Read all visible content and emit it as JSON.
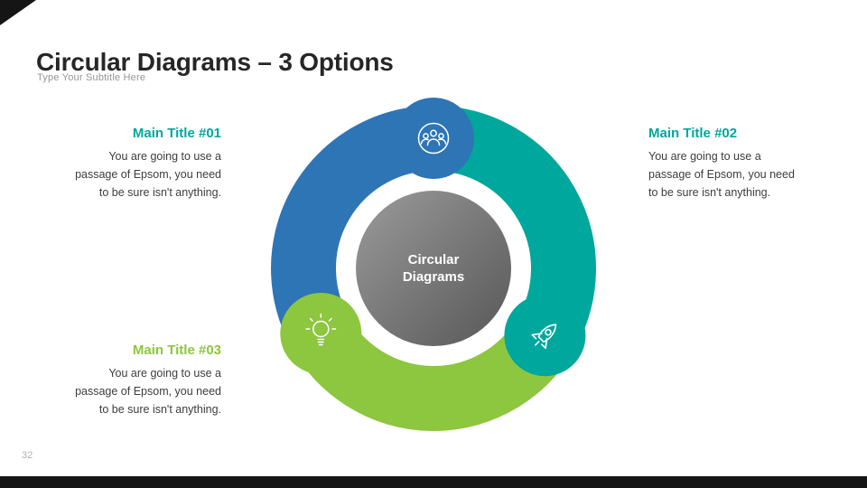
{
  "slide": {
    "title": "Circular Diagrams – 3 Options",
    "subtitle": "Type Your Subtitle Here",
    "page_number": "32"
  },
  "diagram": {
    "center": {
      "line1": "Circular",
      "line2": "Diagrams"
    },
    "segments": [
      {
        "name": "segment-1",
        "icon": "team-icon",
        "color_key": "blue"
      },
      {
        "name": "segment-2",
        "icon": "rocket-icon",
        "color_key": "teal"
      },
      {
        "name": "segment-3",
        "icon": "lightbulb-icon",
        "color_key": "green"
      }
    ]
  },
  "colors": {
    "blue": "#2e75b6",
    "teal": "#00a79d",
    "green": "#8dc63f",
    "gray_light": "#9b9b9b",
    "gray_dark": "#575757",
    "footer": "#151515"
  },
  "blocks": [
    {
      "title": "Main Title #01",
      "lines": [
        "You are going to use a",
        "passage of Epsom, you need",
        "to be sure isn't anything."
      ]
    },
    {
      "title": "Main Title #02",
      "lines": [
        "You are going to use a",
        "passage of Epsom, you need",
        "to be sure isn't anything."
      ]
    },
    {
      "title": "Main Title #03",
      "lines": [
        "You are going to use a",
        "passage of Epsom, you need",
        "to be sure isn't anything."
      ]
    }
  ]
}
